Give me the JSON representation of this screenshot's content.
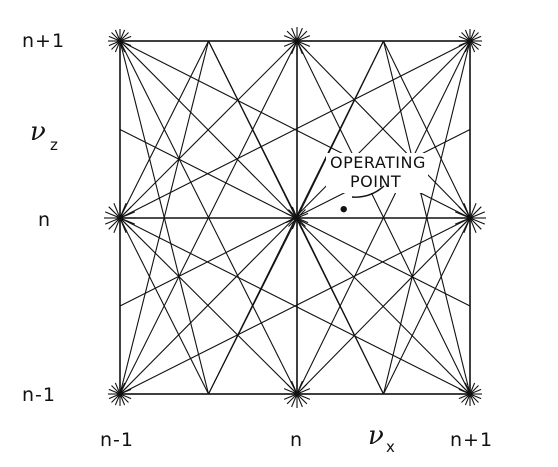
{
  "axes": {
    "y_symbol": "ν",
    "y_subscript": "z",
    "x_symbol": "ν",
    "x_subscript": "x",
    "y_ticks": [
      "n+1",
      "n",
      "n-1"
    ],
    "x_ticks": [
      "n-1",
      "n",
      "n+1"
    ]
  },
  "annotation": {
    "line1": "OPERATING",
    "line2": "POINT"
  },
  "operating_point": {
    "nu_x": 1.27,
    "nu_z": 1.05
  },
  "colors": {
    "ink": "#111111",
    "background": "#ffffff"
  }
}
